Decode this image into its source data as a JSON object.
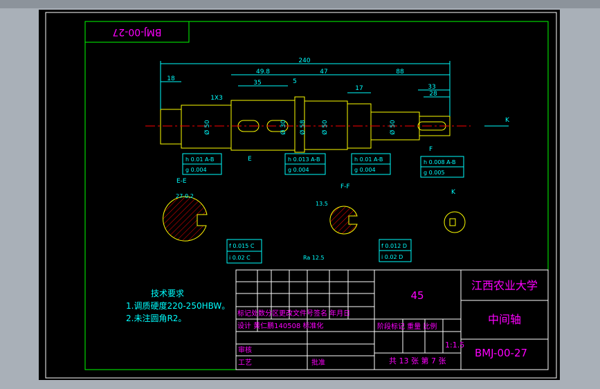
{
  "colors": {
    "border": "#00ff00",
    "dims": "#00ffff",
    "title_text": "#ff00ff",
    "part": "#ffff00",
    "hatch": "#ff0000",
    "background": "#000000"
  },
  "drawing_number_rotated": "BMJ-00-27",
  "dims": {
    "overall": "240",
    "d18": "18",
    "d49": "49.8",
    "d35": "35",
    "d5": "5",
    "d47": "47",
    "d17": "17",
    "d88": "88",
    "d33": "33",
    "d28": "28",
    "chamfer": "1X3",
    "phi50a": "Ø 50",
    "phi50b": "Ø 30",
    "phi58": "Ø 58",
    "phi50c": "Ø 50",
    "phi50d": "Ø 50",
    "k_label": "K",
    "e_label": "E",
    "f_label": "F"
  },
  "tolerances": {
    "box1": [
      [
        "h",
        "0.01",
        "A-B"
      ],
      [
        "g",
        "0.004",
        ""
      ]
    ],
    "box2": [
      [
        "h",
        "0.013",
        "A-B"
      ],
      [
        "g",
        "0.004",
        ""
      ]
    ],
    "box3": [
      [
        "h",
        "0.01",
        "A-B"
      ],
      [
        "g",
        "0.004",
        ""
      ]
    ],
    "box4": [
      [
        "h",
        "0.008",
        "A-B"
      ],
      [
        "g",
        "0.005",
        ""
      ]
    ],
    "box5": [
      [
        "f",
        "0.015",
        "C"
      ],
      [
        "i",
        "0.02",
        "C"
      ]
    ],
    "box6": [
      [
        "f",
        "0.012",
        "D"
      ],
      [
        "i",
        "0.02",
        "D"
      ]
    ]
  },
  "sections": {
    "ee": "E-E",
    "ff": "F-F",
    "k": "K",
    "ee_dim": "27-0.2",
    "ff_dim": "13.5",
    "surface": "Ra 12.5"
  },
  "tech": {
    "heading": "技术要求",
    "line1": "1.调质硬度220-250HBW。",
    "line2": "2.未注圆角R2。"
  },
  "title_block": {
    "material": "45",
    "school": "江西农业大学",
    "part_name": "中间轴",
    "drawing_no": "BMJ-00-27",
    "row_headers": "标记处数分区更改文件号签名 年月日",
    "design_row": "设计 黄仁鹏140508 标准化",
    "stage_headers": "阶段标记 重量 比例",
    "check": "审核",
    "process": "工艺",
    "approve": "批准",
    "scale": "1:1.5",
    "sheets": "共 13 张 第 7 张"
  }
}
